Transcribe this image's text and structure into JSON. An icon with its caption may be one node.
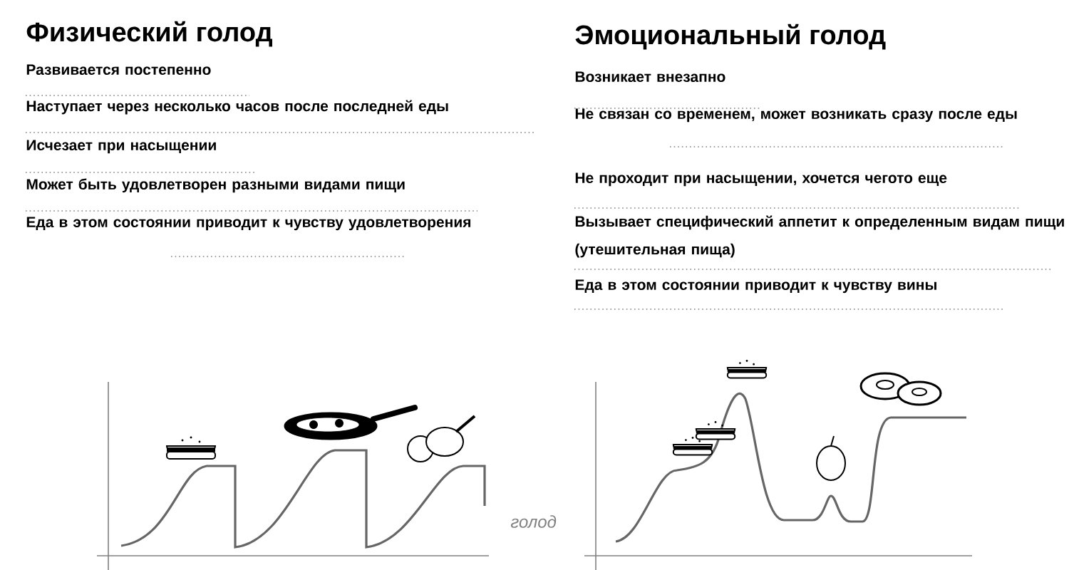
{
  "diagram": {
    "labels": [
      "Физический голод",
      "Развивается постепенно",
      "Наступает через несколько часов после последней еды",
      "Исчезает при насыщении",
      "Может быть удовлетворен разными видами пищи",
      "Еда в этом состоянии приводит к чувству удовлетворения",
      "Эмоциональный голод",
      "Возникает внезапно",
      "Не связан со временем, может возникать сразу после еды",
      "Не проходит при насыщении, хочется чегото еще",
      "Вызывает специфический аппетит к определенным видам пищи (утешительная пища)",
      "Еда в этом состоянии приводит к чувству вины",
      "голод"
    ]
  }
}
